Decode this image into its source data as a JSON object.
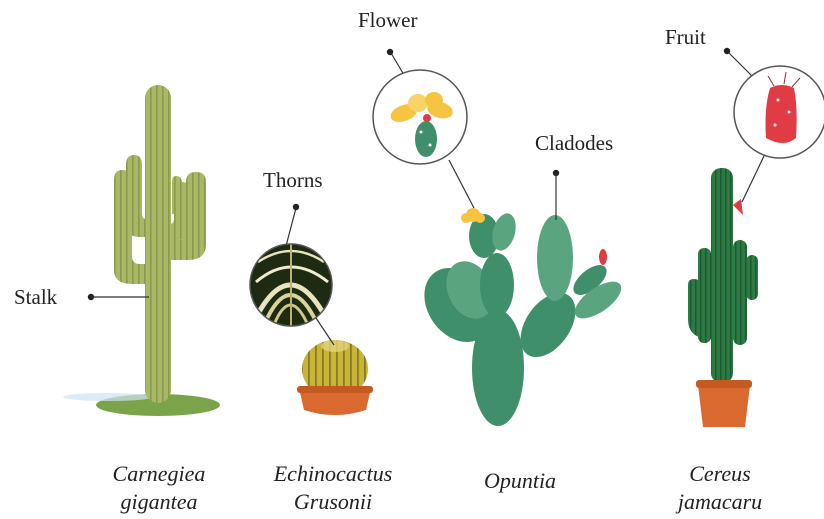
{
  "labels": {
    "stalk": "Stalk",
    "thorns": "Thorns",
    "flower": "Flower",
    "cladodes": "Cladodes",
    "fruit": "Fruit"
  },
  "species": [
    {
      "line1": "Carnegiea",
      "line2": "gigantea"
    },
    {
      "line1": "Echinocactus",
      "line2": "Grusonii"
    },
    {
      "line1": "Opuntia",
      "line2": ""
    },
    {
      "line1": "Cereus",
      "line2": "jamacaru"
    }
  ],
  "colors": {
    "saguaro": "#a9b866",
    "saguaro_dark": "#8a9a4c",
    "grass": "#7aa34a",
    "barrel": "#c9b43a",
    "pot": "#d9692e",
    "opuntia": "#3f8f6a",
    "opuntia_light": "#5aa57f",
    "cereus": "#2e7a45",
    "flower": "#f5c542",
    "fruit": "#e03c44"
  }
}
